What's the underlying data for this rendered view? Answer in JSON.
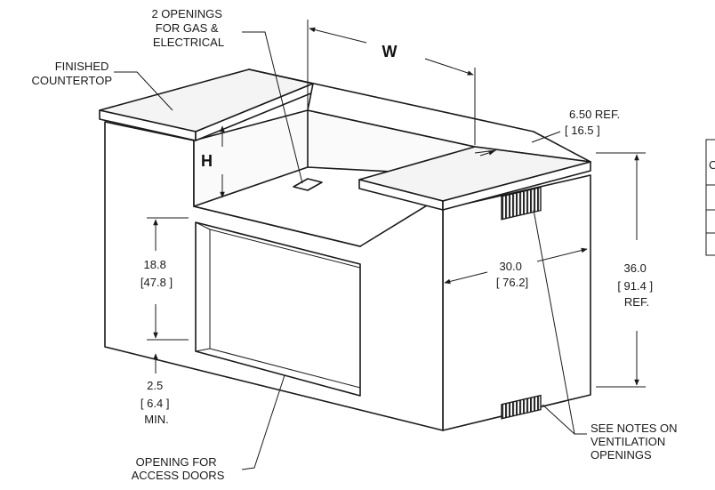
{
  "labels": {
    "finished_countertop": [
      "FINISHED",
      "COUNTERTOP"
    ],
    "openings_gas": [
      "2 OPENINGS",
      "FOR GAS &",
      "ELECTRICAL"
    ],
    "width": "W",
    "height": "H",
    "ref_depth": [
      "6.50 REF.",
      "[ 16.5 ]"
    ],
    "door_height": [
      "18.8",
      "[47.8 ]"
    ],
    "depth": [
      "30.0",
      "[ 76.2]"
    ],
    "total_height": [
      "36.0",
      "[ 91.4 ]",
      "REF."
    ],
    "base_min": [
      "2.5",
      "[ 6.4 ]",
      "MIN."
    ],
    "access_doors": [
      "OPENING FOR",
      "ACCESS DOORS"
    ],
    "vent_notes": [
      "SEE NOTES ON",
      "VENTILATION",
      "OPENINGS"
    ]
  },
  "table": {
    "header": "C"
  },
  "colors": {
    "line": "#1a1a1a",
    "vent": "#222222",
    "shade": "#e6e6e6"
  }
}
